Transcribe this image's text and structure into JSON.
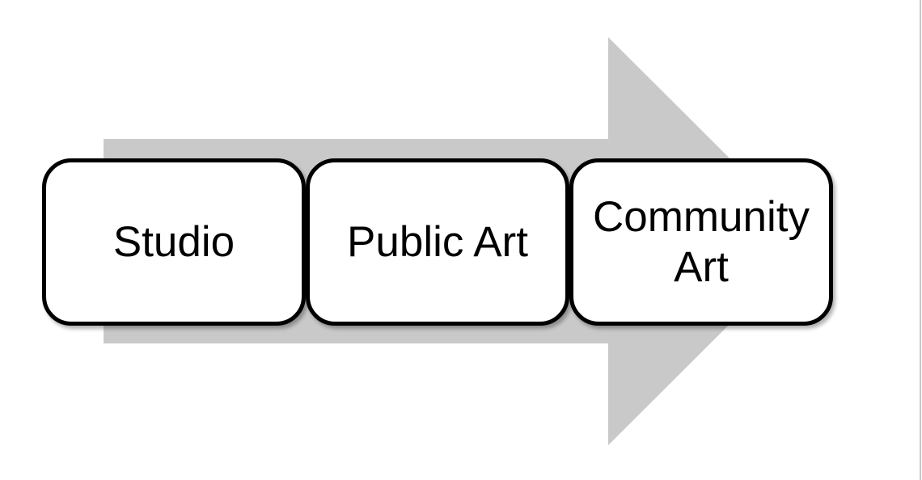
{
  "diagram": {
    "type": "process-flow-right-arrow",
    "direction": "right",
    "arrow": {
      "color": "#c9c9c9"
    },
    "steps": [
      {
        "label": "Studio"
      },
      {
        "label": "Public Art"
      },
      {
        "label": "Community Art"
      }
    ],
    "box_style": {
      "fill": "#ffffff",
      "border_color": "#000000"
    }
  },
  "canvas": {
    "background": "#ffffff",
    "right_edge_line_color": "#c8c8c8"
  }
}
